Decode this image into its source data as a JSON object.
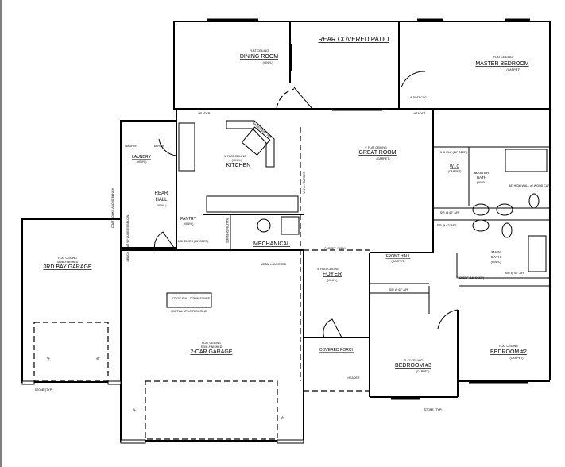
{
  "rooms": {
    "dining": {
      "ceiling": "FLAT CEILING",
      "name": "DINING ROOM",
      "floor": "(VINYL)"
    },
    "patio": {
      "name": "REAR COVERED PATIO"
    },
    "master_bedroom": {
      "ceiling": "FLAT CEILING",
      "name": "MASTER BEDROOM",
      "floor": "(CARPET)"
    },
    "great_room": {
      "ceiling": "9' FLAT CEILING",
      "name": "GREAT ROOM",
      "floor": "(CARPET)"
    },
    "kitchen": {
      "ceiling": "9' FLAT CEILING",
      "floor": "(VINYL)",
      "name": "KITCHEN"
    },
    "laundry": {
      "name": "LAUNDRY",
      "floor": "(VINYL)"
    },
    "rear_hall": {
      "name1": "REAR",
      "name2": "HALL",
      "floor": "(VINYL)"
    },
    "pantry": {
      "name": "PANTRY",
      "floor": "(VINYL)"
    },
    "mechanical": {
      "name": "MECHANICAL"
    },
    "third_bay": {
      "ceiling": "FLAT CEILING",
      "finish": "SEMI-FINISHED",
      "name": "3RD BAY GARAGE"
    },
    "two_car": {
      "ceiling": "FLAT CEILING",
      "finish": "SEMI-FINISHED",
      "name": "2-CAR GARAGE"
    },
    "foyer": {
      "ceiling": "9' FLAT CEILING",
      "name": "FOYER",
      "floor": "(VINYL)"
    },
    "covered_porch": {
      "name": "COVERED PORCH"
    },
    "front_hall": {
      "name": "FRONT HALL",
      "floor": "(CARPET)"
    },
    "bedroom3": {
      "ceiling": "FLAT CEILING",
      "name": "BEDROOM #3",
      "floor": "(CARPET)"
    },
    "bedroom2": {
      "ceiling": "FLAT CEILING",
      "name": "BEDROOM #2",
      "floor": "(CARPET)"
    },
    "wic": {
      "name": "W.I.C",
      "floor": "(CARPET)"
    },
    "master_bath": {
      "name1": "MASTER",
      "name2": "BATH",
      "floor": "(VINYL)"
    },
    "main_bath": {
      "name1": "MAIN",
      "name2": "BATH",
      "floor": "(VINYL)"
    }
  },
  "notes": {
    "header": "HEADER",
    "flat_clg": "8' FLAT CLG.",
    "vinyl_carpet": "VINYL / CARPET",
    "carpet_vinyl": "CARPET / VINYL",
    "metal_louvered": "METAL LOUVERED",
    "stone": "STONE (TYP)",
    "attic": "PARTIAL ATTIC FLOORING",
    "pull_down": "22\"x30\" PULL DOWN STAIRS",
    "shelf_wic": "5 SHELF (16\" DEEP)",
    "shelf_hall": "5 SHELF (16\" DEEP)",
    "shelf_main": "5 SHELF (16\" DEEP)",
    "sr_wic": "S/R @ 62\" AFF",
    "sr_hall": "S/R @ 62\" AFF",
    "sr_bed3": "S/R @ 62\" AFF",
    "sr_bed2": "S/R @ 62\" AFF",
    "high_wall": "48\" HIGH WALL w/ WOOD CAP",
    "bench": "BENCH SEAT W/ CUBBIES BELOW",
    "coat": "COAT HOOKS ABOVE BENCH",
    "pantry_shelves": "6 SHELVES (16\" DEEP)",
    "built_in": "BUILT-IN SHELVES",
    "washer": "WASHER",
    "dryer": "DRYER",
    "raised": "RAISED BAR TOP",
    "garage_door": "8X"
  }
}
